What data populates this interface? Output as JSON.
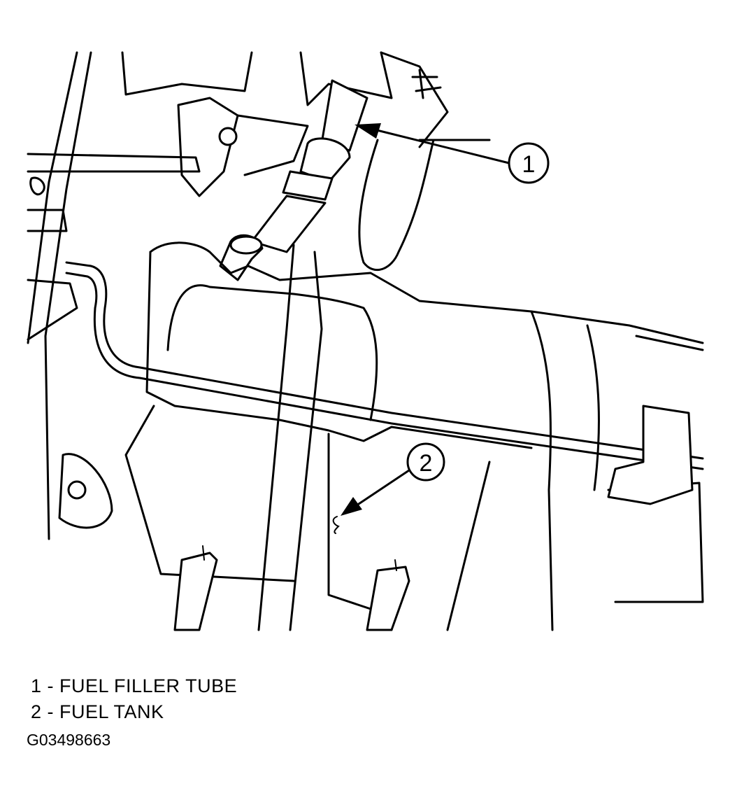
{
  "callouts": [
    {
      "number": "1",
      "label": "1 - FUEL FILLER TUBE"
    },
    {
      "number": "2",
      "label": "2 - FUEL TANK"
    }
  ],
  "figure_id": "G03498663",
  "colors": {
    "ink": "#000000",
    "background": "#ffffff"
  }
}
